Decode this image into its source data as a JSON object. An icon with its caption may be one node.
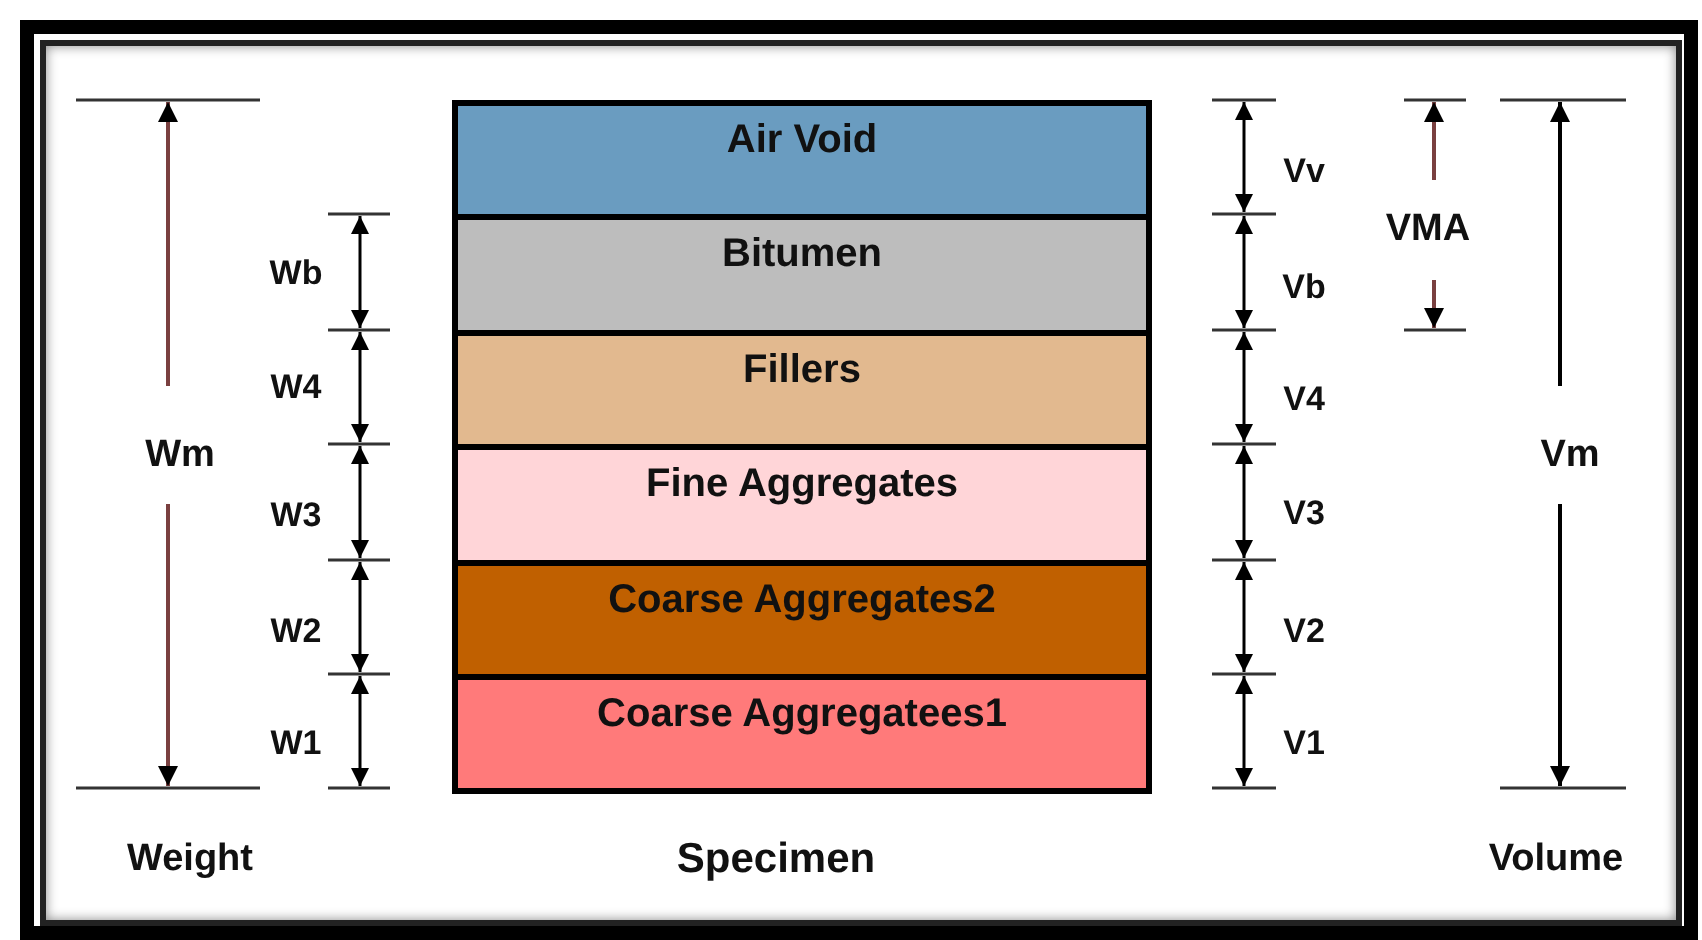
{
  "diagram": {
    "nodes": [
      {
        "text": [
          "Air Void"
        ]
      },
      {
        "text": [
          "Bitumen"
        ]
      },
      {
        "text": [
          "Fillers"
        ]
      },
      {
        "text": [
          "Fine Aggregates"
        ]
      },
      {
        "text": [
          "Coarse Aggregates2"
        ]
      },
      {
        "text": [
          "Coarse Aggregatees1"
        ]
      }
    ],
    "edges": [],
    "labels": [
      "Wm",
      "Wb",
      "W4",
      "W3",
      "W2",
      "W1",
      "Vv",
      "VMA",
      "Vm",
      "Vb",
      "V4",
      "V3",
      "V2",
      "V1",
      "Weight",
      "Specimen",
      "Volume"
    ]
  }
}
